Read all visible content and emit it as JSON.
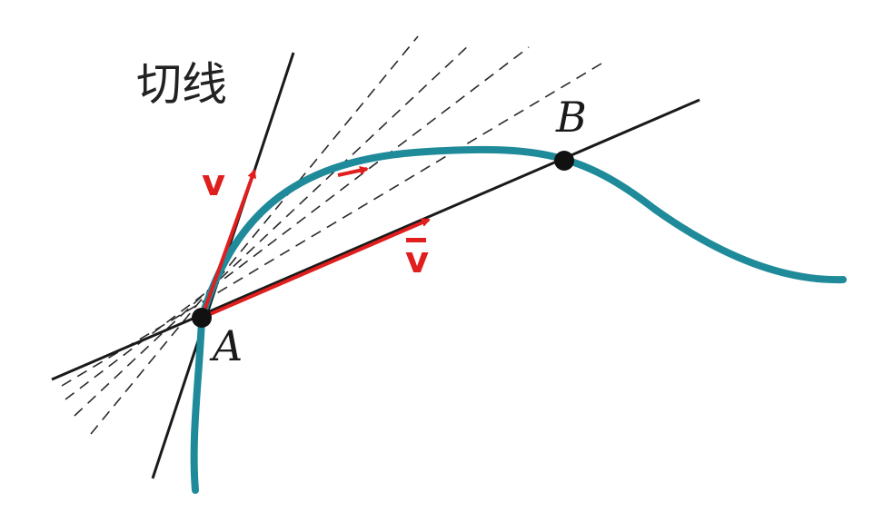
{
  "labels": {
    "tangent": "切线",
    "point_a": "A",
    "point_b": "B",
    "velocity": "v",
    "avg_velocity": "v"
  },
  "colors": {
    "curve": "#1f8a99",
    "arrow": "#e01e1e",
    "line": "#1a1a1a",
    "point": "#111111"
  }
}
